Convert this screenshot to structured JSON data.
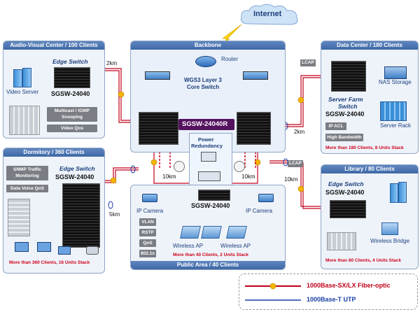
{
  "cloud": {
    "label": "Internet"
  },
  "backbone": {
    "title": "Backbone",
    "router_label": "Router",
    "core_label_1": "WGS3 Layer 3",
    "core_label_2": "Core Switch",
    "redundant_switch": "SGSW-24040R",
    "redundancy_1": "Power",
    "redundancy_2": "Redundancy"
  },
  "av": {
    "title": "Audio-Visual Center / 100 Clients",
    "edge": "Edge Switch",
    "model": "SGSW-24040",
    "server": "Video Server",
    "tags": [
      "Multicast / IGMP Snooping",
      "Video Qos"
    ],
    "link": "2km"
  },
  "dorm": {
    "title": "Dormitory / 360 Clients",
    "edge": "Edge Switch",
    "model": "SGSW-24040",
    "tags": [
      "SNMP Traffic Monitoring",
      "Data Voice QoS"
    ],
    "footer": "More than 360 Clients, 16 Units Stack",
    "link": "5km"
  },
  "public": {
    "title": "Public Area / 40 Clients",
    "model": "SGSW-24040",
    "cam": "IP Camera",
    "ap": "Wireless AP",
    "tags": [
      "VLAN",
      "RSTP",
      "QoS",
      "802.1x"
    ],
    "footer": "More than 40 Clients, 2 Units Stack",
    "link_left": "10km",
    "link_right": "10km"
  },
  "dc": {
    "title": "Data Center / 180 Clients",
    "edge_1": "Server Farm",
    "edge_2": "Switch",
    "model": "SGSW-24040",
    "nas": "NAS Storage",
    "rack": "Server Rack",
    "tags": [
      "IP ACL",
      "High Bandwidth"
    ],
    "footer": "More than 180 Clients, 8 Units Stack",
    "lcap": "LCAP",
    "link": "2km"
  },
  "lib": {
    "title": "Library / 80 Clients",
    "edge": "Edge Switch",
    "model": "SGSW-24040",
    "bridge": "Wireless Bridge",
    "footer": "More than 80 Clients, 4 Units Stack",
    "lcap": "LCAP",
    "link": "10km"
  },
  "legend": {
    "fiber": "1000Base-SX/LX Fiber-optic",
    "utp": "1000Base-T UTP"
  },
  "colors": {
    "fiber": "#c0001a",
    "utp": "#1a3fa6",
    "panel": "#eef3fa",
    "header": "#4a73ae"
  }
}
